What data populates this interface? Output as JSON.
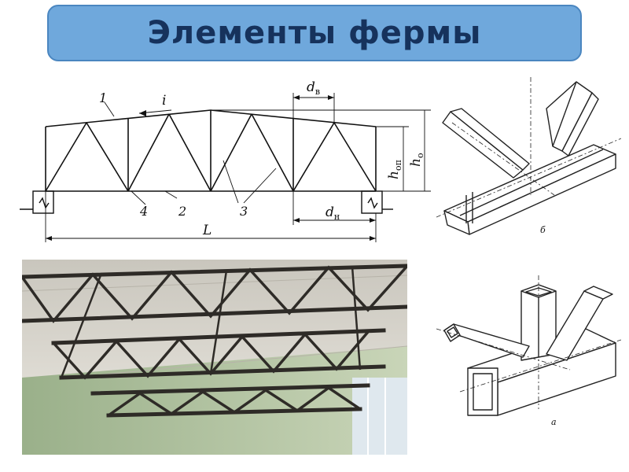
{
  "slide": {
    "title": "Элементы фермы"
  },
  "truss_scheme": {
    "labels": {
      "top_chord": "1",
      "slope": "i",
      "bottom_chord": "2",
      "diagonals": "3",
      "posts": "4",
      "span": "L",
      "panel_top": "d",
      "panel_top_sub": "в",
      "panel_bottom": "d",
      "panel_bottom_sub": "н",
      "height_support": "h",
      "height_support_sub": "оп",
      "height_mid": "h",
      "height_mid_sub": "о"
    }
  },
  "node_angle": {
    "caption": "б"
  },
  "node_tube": {
    "caption": "а"
  },
  "colors": {
    "banner_fill": "#6fa8dc",
    "banner_text": "#16325c"
  }
}
